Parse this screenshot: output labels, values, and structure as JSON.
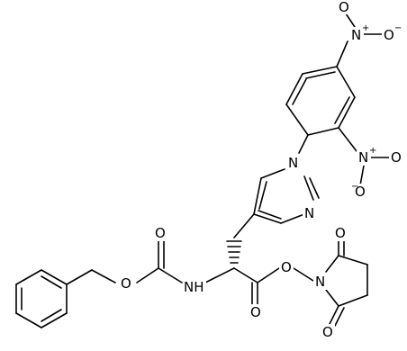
{
  "diagram": {
    "labels": {
      "o_carbamate_carbonyl": "O",
      "o_carbamate_ester": "O",
      "nh": "NH",
      "o_ester_carbonyl": "O",
      "o_ester_link": "O",
      "n_succinimide": "N",
      "o_succ_top": "O",
      "o_succ_bottom": "O",
      "n_imidazole_1": "N",
      "n_imidazole_3": "N",
      "n_nitro_top": "N",
      "o_nitro_top_a": "O",
      "o_nitro_top_b": "O",
      "n_nitro_mid": "N",
      "o_nitro_mid_a": "O",
      "o_nitro_mid_b": "O"
    },
    "charges": {
      "plus": "+",
      "minus": "−"
    },
    "colors": {
      "ink": "#000000",
      "background": "#ffffff"
    }
  }
}
